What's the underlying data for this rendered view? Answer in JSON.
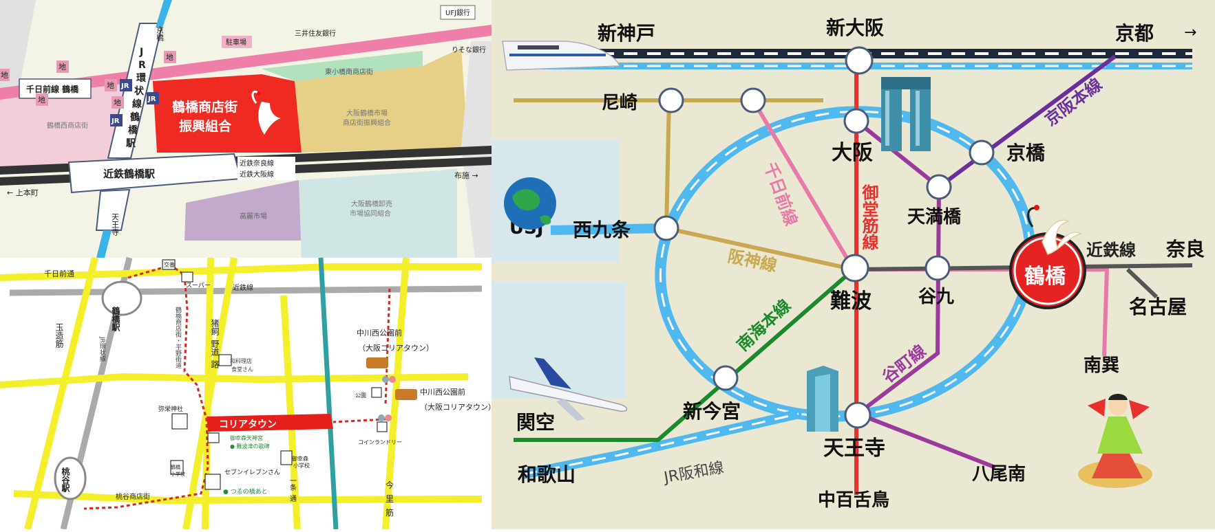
{
  "colors": {
    "loop_blue": "#4fb8ee",
    "loop_dash": "#ffffff",
    "shinkansen_dark": "#1e2a3a",
    "hanshin": "#c8a850",
    "sennichimae": "#e87aa8",
    "midosuji": "#e8302c",
    "tanimachi": "#9a3a9c",
    "keihan": "#6a2f9c",
    "nankai": "#1a8a2c",
    "kintetsu": "#555555",
    "map_bg": "#eae8d2",
    "station_red": "#e62323",
    "shotengai_red": "#ee2a22",
    "road_yellow": "#f3ef2a",
    "koreatown_red": "#e5201c"
  },
  "top_left_map": {
    "rail_jr_vertical": [
      "J",
      "R",
      "環",
      "状",
      "線",
      "鶴",
      "橋",
      "駅"
    ],
    "dir_kyoto": "京橋",
    "dir_tennoji": "天王寺",
    "dir_uehonmachi": "上本町",
    "dir_fuse": "布施",
    "kintetsu_station": "近鉄鶴橋駅",
    "kintetsu_line_nara": "近鉄奈良線",
    "kintetsu_line_osaka": "近鉄大阪線",
    "sennichimae_station": "千日前線 鶴橋",
    "shotengai_line1": "鶴橋商店街",
    "shotengai_line2": "振興組合",
    "higashi_shotengai": "東小橋南商店街",
    "ichiba_line1": "大阪鶴橋市場",
    "ichiba_line2": "商店街振興組合",
    "nishi_shotengai": "鶴橋西商店街",
    "korai_ichiba": "高麗市場",
    "oroshi_line1": "大阪鶴橋卸売",
    "oroshi_line2": "市場協同組合",
    "parking": "駐車場",
    "bank_mitsui": "三井住友銀行",
    "bank_ufj": "UFJ銀行",
    "bank_resona": "りそな銀行",
    "jr_badge": "JR",
    "chika_badge": "地"
  },
  "bottom_left_map": {
    "sennichimae_dori": "千日前通",
    "kintetsu_sen": "近鉄線",
    "koban": "交番",
    "super": "スーパー",
    "tsuruhashi_station": "鶴橋駅",
    "tamatsukuri_suji": "玉造筋",
    "jr_kanjo_sen": "JR環状線",
    "shotengai_route": "鶴橋商店街・平野街道",
    "inokai_line1": "猪飼",
    "inokai_line2": "野道",
    "inokai_line3": "路",
    "tobacco_line1": "和料理店",
    "tobacco_line2": "食堂さん",
    "nakagawa_1_line1": "中川西公園前",
    "nakagawa_1_line2": "（大阪コリアタウン）",
    "nakagawa_2_line1": "中川西公園前",
    "nakagawa_2_line2": "（大阪コリアタウン）",
    "park": "公園",
    "mishoji_jinja": "弥栄神社",
    "koreatown": "コリアタウン",
    "mitake_jinja": "御幸森天神宮",
    "naniwazu_uta": "難波津の歌碑",
    "coin_laundry": "コインランドリー",
    "mitake_school_line1": "御幸森",
    "mitake_school_line2": "小学校",
    "tsuruhashi_school_line1": "鶴橋",
    "tsuruhashi_school_line2": "小学校",
    "seven_eleven": "セブンイレブンさん",
    "tsuruno_hashi": "つるの橋あと",
    "ichijo_dori_line1": "一条",
    "ichijo_dori_line2": "通",
    "imazato_suji_line1": "今",
    "imazato_suji_line2": "里",
    "imazato_suji_line3": "筋",
    "momodani_station": "桃谷駅",
    "momodani_shotengai": "桃谷商店街"
  },
  "route_map": {
    "stations": {
      "shinkobe": "新神戸",
      "shinosaka": "新大阪",
      "kyoto": "京都",
      "amagasaki": "尼崎",
      "osaka": "大阪",
      "kyobashi": "京橋",
      "tenmabashi": "天満橋",
      "usj": "USJ",
      "nishikujo": "西九条",
      "namba": "難波",
      "tanimachi9": "谷九",
      "tsuruhashi": "鶴橋",
      "nara": "奈良",
      "nagoya": "名古屋",
      "minamitatsumi": "南巽",
      "kanku": "関空",
      "shinimamiya": "新今宮",
      "tennoji": "天王寺",
      "wakayama": "和歌山",
      "yao_minami": "八尾南",
      "nakamozu": "中百舌鳥"
    },
    "lines": {
      "keihan": "京阪本線",
      "sennichimae": "千日前線",
      "midosuji": "御堂筋線",
      "hanshin": "阪神線",
      "nankai": "南海本線",
      "tanimachi": "谷町線",
      "kintetsu": "近鉄線",
      "jr_hanwa": "JR阪和線"
    },
    "icons": [
      "shinkansen-icon",
      "globe-icon",
      "airplane-icon",
      "tower-icon",
      "crane-icon",
      "dancer-icon"
    ]
  }
}
